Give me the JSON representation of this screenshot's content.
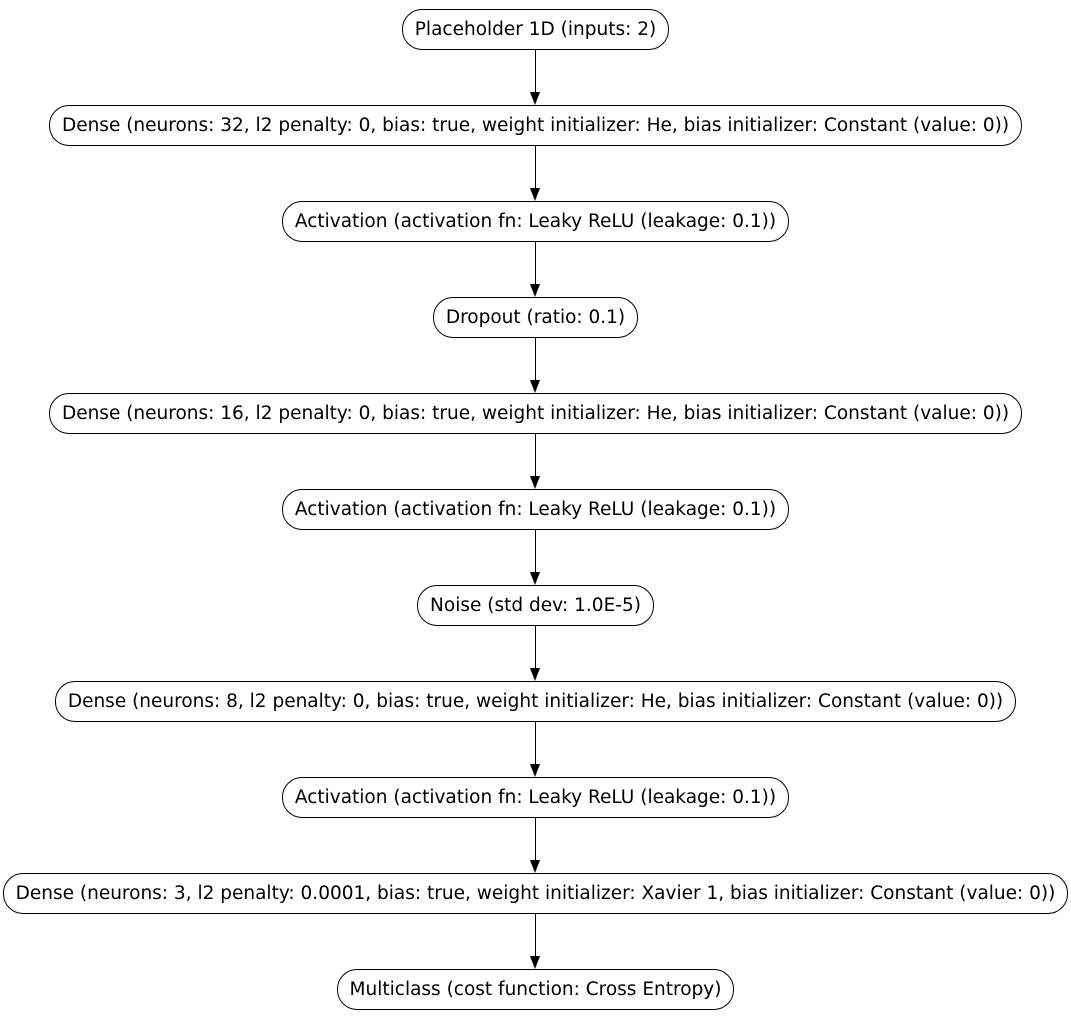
{
  "diagram": {
    "type": "neural-network-flowchart",
    "direction": "top-to-bottom",
    "colors": {
      "background": "#ffffff",
      "node_fill": "#ffffff",
      "node_border": "#000000",
      "text": "#000000",
      "edge": "#000000"
    },
    "nodes": [
      {
        "id": "placeholder-1d",
        "label": "Placeholder 1D (inputs: 2)"
      },
      {
        "id": "dense-32",
        "label": "Dense (neurons: 32, l2 penalty: 0, bias: true, weight initializer: He, bias initializer: Constant (value: 0))"
      },
      {
        "id": "activation-1",
        "label": "Activation (activation fn: Leaky ReLU (leakage: 0.1))"
      },
      {
        "id": "dropout",
        "label": "Dropout (ratio: 0.1)"
      },
      {
        "id": "dense-16",
        "label": "Dense (neurons: 16, l2 penalty: 0, bias: true, weight initializer: He, bias initializer: Constant (value: 0))"
      },
      {
        "id": "activation-2",
        "label": "Activation (activation fn: Leaky ReLU (leakage: 0.1))"
      },
      {
        "id": "noise",
        "label": "Noise (std dev: 1.0E-5)"
      },
      {
        "id": "dense-8",
        "label": "Dense (neurons: 8, l2 penalty: 0, bias: true, weight initializer: He, bias initializer: Constant (value: 0))"
      },
      {
        "id": "activation-3",
        "label": "Activation (activation fn: Leaky ReLU (leakage: 0.1))"
      },
      {
        "id": "dense-3",
        "label": "Dense (neurons: 3, l2 penalty: 0.0001, bias: true, weight initializer: Xavier 1, bias initializer: Constant (value: 0))"
      },
      {
        "id": "multiclass",
        "label": "Multiclass (cost function: Cross Entropy)"
      }
    ],
    "edges": [
      {
        "from": "placeholder-1d",
        "to": "dense-32"
      },
      {
        "from": "dense-32",
        "to": "activation-1"
      },
      {
        "from": "activation-1",
        "to": "dropout"
      },
      {
        "from": "dropout",
        "to": "dense-16"
      },
      {
        "from": "dense-16",
        "to": "activation-2"
      },
      {
        "from": "activation-2",
        "to": "noise"
      },
      {
        "from": "noise",
        "to": "dense-8"
      },
      {
        "from": "dense-8",
        "to": "activation-3"
      },
      {
        "from": "activation-3",
        "to": "dense-3"
      },
      {
        "from": "dense-3",
        "to": "multiclass"
      }
    ]
  }
}
